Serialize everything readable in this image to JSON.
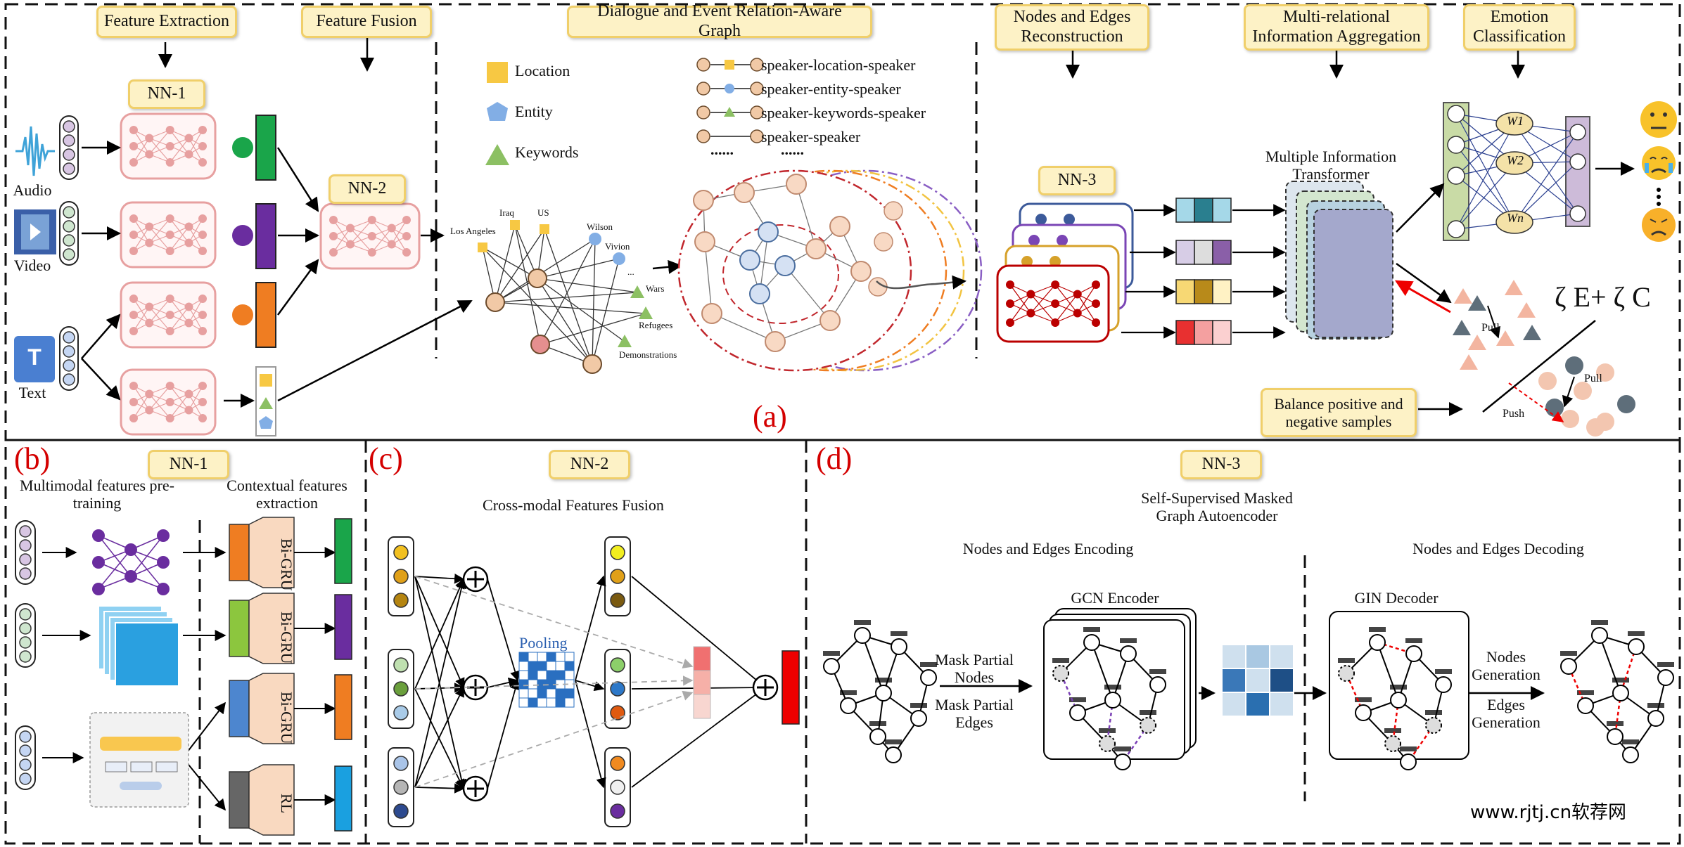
{
  "panel_a": {
    "label": "(a)",
    "headers": {
      "feature_extraction": "Feature Extraction",
      "feature_fusion": "Feature Fusion",
      "graph": "Dialogue and Event Relation-Aware Graph",
      "reconstruction": "Nodes and Edges Reconstruction",
      "aggregation": "Multi-relational Information Aggregation",
      "classification": "Emotion Classification"
    },
    "nn1": "NN-1",
    "nn2": "NN-2",
    "nn3": "NN-3",
    "modalities": {
      "audio": "Audio",
      "video": "Video",
      "text": "Text"
    },
    "text_icon": "T",
    "legend": {
      "location": "Location",
      "entity": "Entity",
      "keywords": "Keywords"
    },
    "relations": [
      "speaker-location-speaker",
      "speaker-entity-speaker",
      "speaker-keywords-speaker",
      "speaker-speaker"
    ],
    "entities": [
      "Los Angeles",
      "Iraq",
      "US",
      "Wilson",
      "Vivion",
      "...",
      "Wars",
      "Refugees",
      "Demonstrations"
    ],
    "transformer_label": "Multiple Information Transformer",
    "weights": [
      "W1",
      "W2",
      "Wn"
    ],
    "balance_label": "Balance positive and negative samples",
    "pull": "Pull",
    "push": "Push",
    "loss": "ζ E+ ζ C",
    "dots": "......"
  },
  "panel_b": {
    "label": "(b)",
    "nn1": "NN-1",
    "pretraining": "Multimodal features pre-training",
    "contextual": "Contextual features extraction",
    "encoders": [
      "Bi-GRU",
      "Bi-GRU",
      "Bi-GRU",
      "RL"
    ]
  },
  "panel_c": {
    "label": "(c)",
    "nn2": "NN-2",
    "title": "Cross-modal Features Fusion",
    "pooling": "Pooling"
  },
  "panel_d": {
    "label": "(d)",
    "nn3": "NN-3",
    "title": "Self-Supervised Masked Graph Autoencoder",
    "encoding": "Nodes and Edges Encoding",
    "decoding": "Nodes and Edges Decoding",
    "gcn": "GCN Encoder",
    "gin": "GIN Decoder",
    "mask_nodes": "Mask Partial Nodes",
    "mask_edges": "Mask Partial Edges",
    "nodes_gen": "Nodes Generation",
    "edges_gen": "Edges Generation"
  },
  "watermark": "www.rjtj.cn软荐网",
  "colors": {
    "nn_pink": "#e7a0a0",
    "yellow_box": "#fdf2c6",
    "red_label": "#d40000",
    "green": "#1aa54a",
    "purple": "#6a2d9f",
    "orange": "#ef7d22"
  }
}
